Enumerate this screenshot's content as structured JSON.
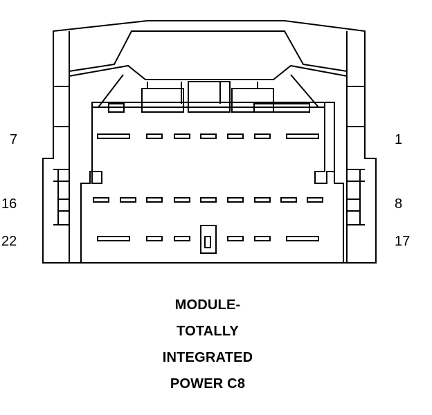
{
  "connector": {
    "pin_labels": {
      "row1_left": "7",
      "row1_right": "1",
      "row2_left": "16",
      "row2_right": "8",
      "row3_left": "22",
      "row3_right": "17"
    },
    "title_lines": [
      "MODULE-",
      "TOTALLY",
      "INTEGRATED",
      "POWER C8"
    ]
  }
}
